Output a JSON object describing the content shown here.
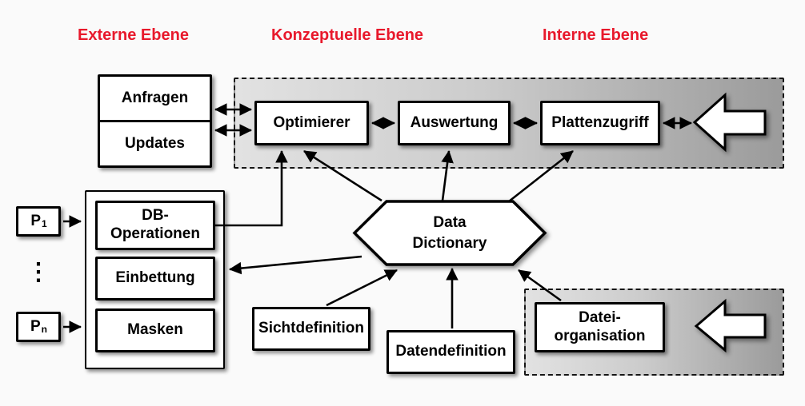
{
  "headers": {
    "externe": "Externe Ebene",
    "konzeptuelle": "Konzeptuelle Ebene",
    "interne": "Interne Ebene"
  },
  "external_level": {
    "anfragen": "Anfragen",
    "updates": "Updates",
    "db_operationen_line1": "DB-",
    "db_operationen_line2": "Operationen",
    "einbettung": "Einbettung",
    "masken": "Masken",
    "p1_base": "P",
    "p1_sub": "1",
    "pn_base": "P",
    "pn_sub": "n",
    "dots": "⋮"
  },
  "conceptual_level": {
    "optimierer": "Optimierer",
    "auswertung": "Auswertung",
    "data_dictionary_line1": "Data",
    "data_dictionary_line2": "Dictionary",
    "sichtdefinition": "Sichtdefinition",
    "datendefinition": "Datendefinition"
  },
  "internal_level": {
    "plattenzugriff": "Plattenzugriff",
    "datei_line1": "Datei-",
    "datei_line2": "organisation"
  },
  "colors": {
    "header_red": "#e8192c",
    "box_border": "#000000",
    "container_gradient_light": "#e2e2e2",
    "container_gradient_dark": "#9b9b9b",
    "background": "#fafafa"
  }
}
